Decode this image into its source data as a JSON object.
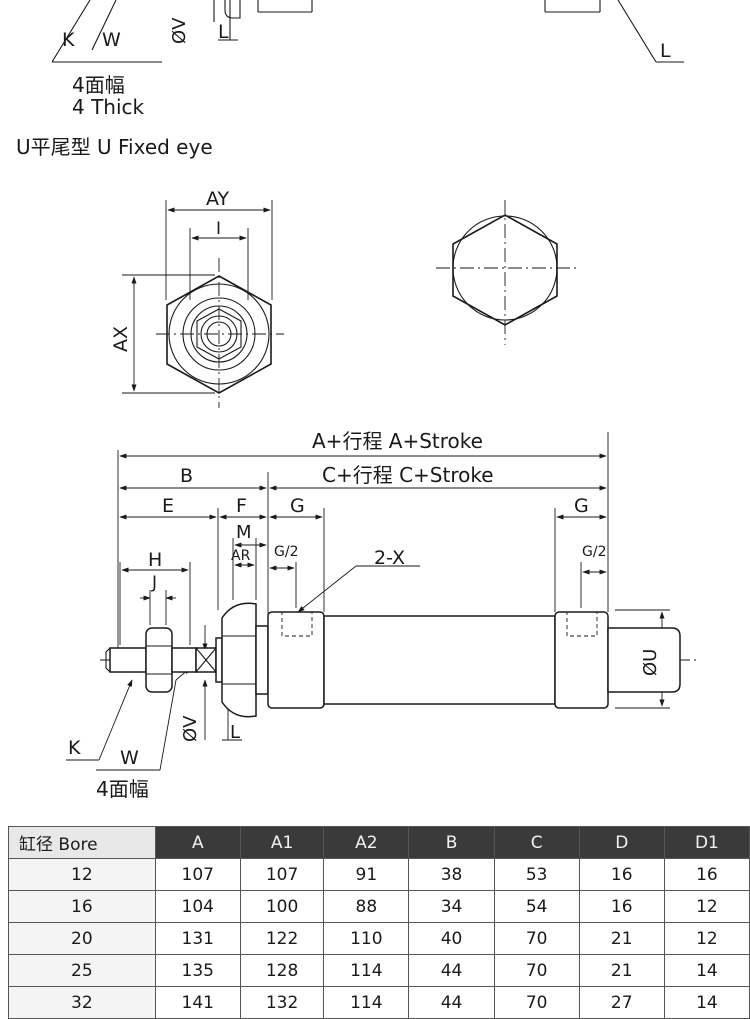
{
  "top_section": {
    "label_k": "K",
    "label_w": "W",
    "label_v": "ØV",
    "label_l_left": "L",
    "label_l_right": "L",
    "thick_cn": "4面幅",
    "thick_en": "4 Thick",
    "u_type_title": "U平尾型 U Fixed eye"
  },
  "end_view": {
    "label_ay": "AY",
    "label_i": "I",
    "label_ax": "AX"
  },
  "side_view": {
    "label_a_stroke": "A+行程 A+Stroke",
    "label_b": "B",
    "label_c_stroke": "C+行程 C+Stroke",
    "label_e": "E",
    "label_f": "F",
    "label_g_left": "G",
    "label_g_right": "G",
    "label_m": "M",
    "label_ar": "AR",
    "label_g2_left": "G/2",
    "label_g2_right": "G/2",
    "label_2x": "2-X",
    "label_h": "H",
    "label_j": "J",
    "label_u": "ØU",
    "label_v": "ØV",
    "label_l": "L",
    "label_k": "K",
    "label_w": "W",
    "label_4_thick": "4面幅"
  },
  "table": {
    "headers": [
      "缸径  Bore",
      "A",
      "A1",
      "A2",
      "B",
      "C",
      "D",
      "D1"
    ],
    "rows": [
      [
        "12",
        "107",
        "107",
        "91",
        "38",
        "53",
        "16",
        "16"
      ],
      [
        "16",
        "104",
        "100",
        "88",
        "34",
        "54",
        "16",
        "12"
      ],
      [
        "20",
        "131",
        "122",
        "110",
        "40",
        "70",
        "21",
        "12"
      ],
      [
        "25",
        "135",
        "128",
        "114",
        "44",
        "70",
        "21",
        "14"
      ],
      [
        "32",
        "141",
        "132",
        "114",
        "44",
        "70",
        "27",
        "14"
      ]
    ]
  }
}
